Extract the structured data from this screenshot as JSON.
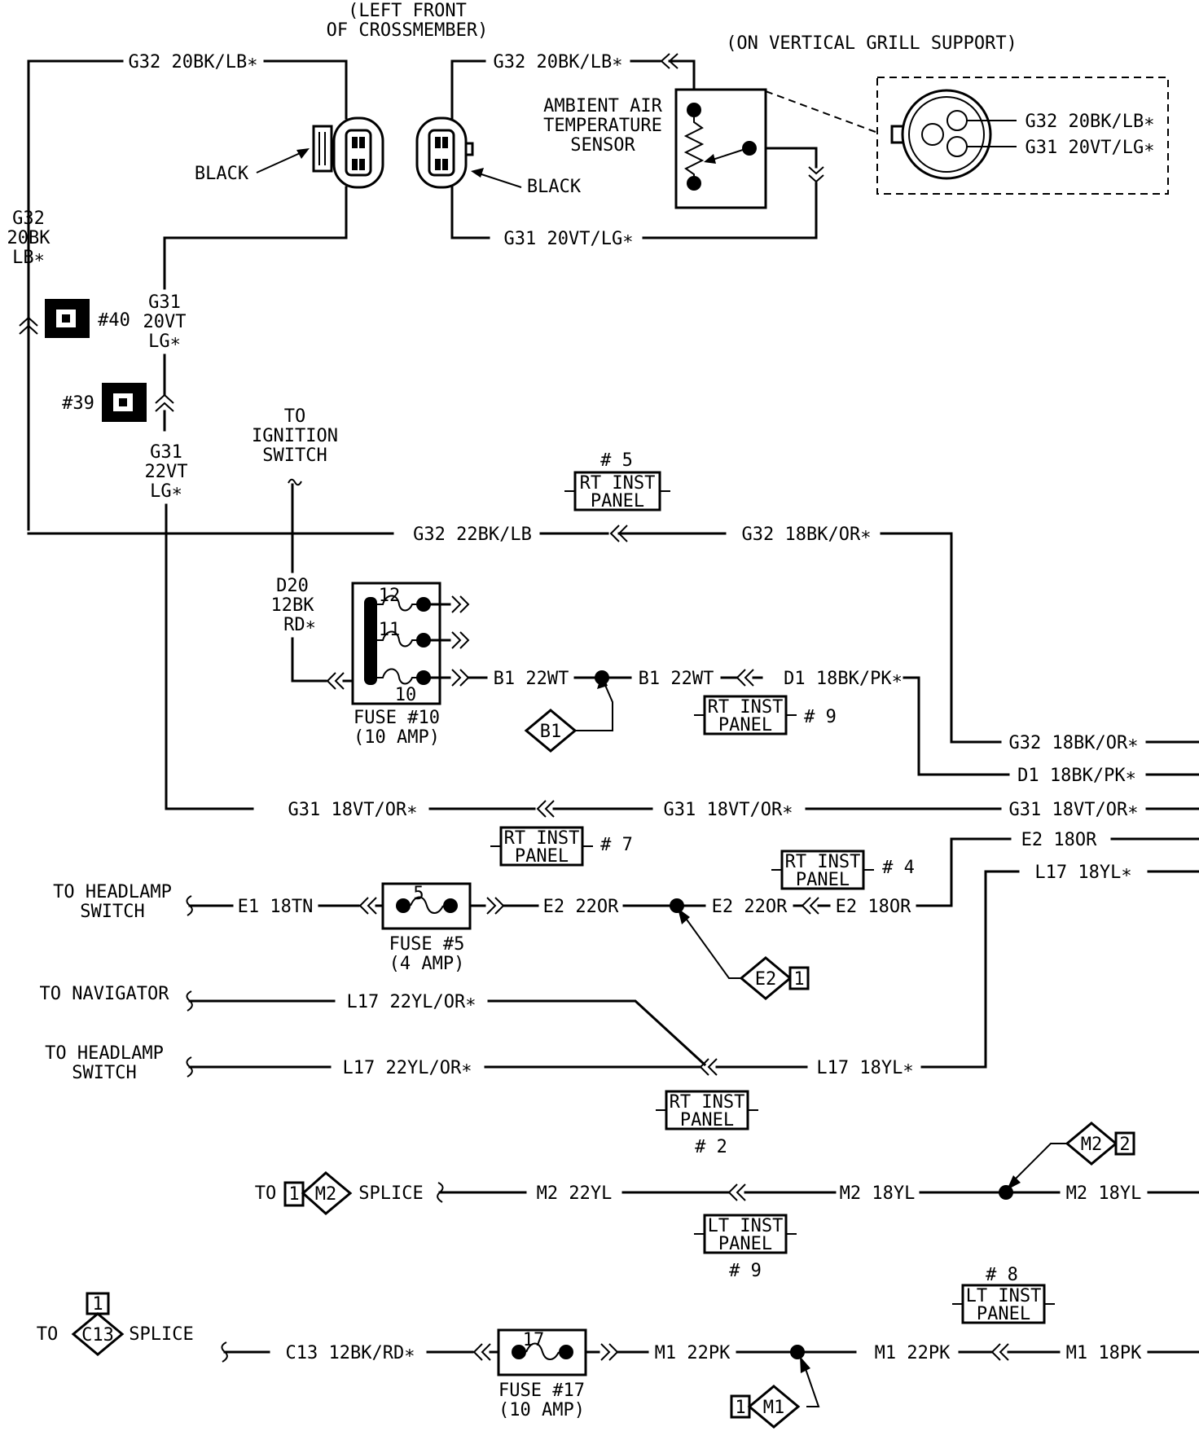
{
  "locations": {
    "left_front": [
      "(LEFT FRONT",
      "OF CROSSMEMBER)"
    ],
    "grill_support": "(ON VERTICAL GRILL SUPPORT)"
  },
  "connector_colors": {
    "left": "BLACK",
    "right": "BLACK"
  },
  "sensor": {
    "label": [
      "AMBIENT AIR",
      "TEMPERATURE",
      "SENSOR"
    ]
  },
  "grill_pins": {
    "pin1": "G32 20BK/LB∗",
    "pin2": "G31 20VT/LG∗"
  },
  "wires": {
    "g32_top_left": "G32 20BK/LB∗",
    "g32_top_right": "G32 20BK/LB∗",
    "g31_sensor": "G31 20VT/LG∗",
    "g32_left_vertical": [
      "G32",
      "20BK",
      "LB∗"
    ],
    "g31_upper_vertical": [
      "G31",
      "20VT",
      "LG∗"
    ],
    "g31_lower_vertical": [
      "G31",
      "22VT",
      "LG∗"
    ],
    "g32_22": "G32 22BK/LB",
    "g32_18_a": "G32 18BK/OR∗",
    "g32_18_b": "G32 18BK/OR∗",
    "d20": [
      "D20",
      "12BK",
      "RD∗"
    ],
    "b1_a": "B1 22WT",
    "b1_b": "B1 22WT",
    "d1_a": "D1 18BK/PK∗",
    "d1_b": "D1 18BK/PK∗",
    "g31_18_a": "G31 18VT/OR∗",
    "g31_18_b": "G31 18VT/OR∗",
    "g31_18_c": "G31 18VT/OR∗",
    "e2_18_right": "E2 18OR",
    "l17_18_right": "L17 18YL∗",
    "e1": "E1 18TN",
    "e2_22_a": "E2 22OR",
    "e2_22_b": "E2 22OR",
    "e2_18": "E2 18OR",
    "l17_22_nav": "L17 22YL/OR∗",
    "l17_22_head": "L17 22YL/OR∗",
    "l17_18": "L17 18YL∗",
    "m2_22": "M2 22YL",
    "m2_18_a": "M2 18YL",
    "m2_18_b": "M2 18YL",
    "c13": "C13 12BK/RD∗",
    "m1_22_a": "M1 22PK",
    "m1_22_b": "M1 22PK",
    "m1_18": "M1 18PK"
  },
  "grounds": {
    "g40": "#40",
    "g39": "#39"
  },
  "ignition": [
    "TO",
    "IGNITION",
    "SWITCH"
  ],
  "fuses": {
    "f10": {
      "pins": [
        "12",
        "11",
        "10"
      ],
      "label": [
        "FUSE #10",
        "(10 AMP)"
      ]
    },
    "f5": {
      "number": "5",
      "label": [
        "FUSE #5",
        "(4 AMP)"
      ]
    },
    "f17": {
      "number": "17",
      "label": [
        "FUSE #17",
        "(10 AMP)"
      ]
    }
  },
  "inline_connectors": {
    "c5": {
      "num": "# 5",
      "text": [
        "RT INST",
        "PANEL"
      ]
    },
    "c9": {
      "num": "# 9",
      "text": [
        "RT INST",
        "PANEL"
      ]
    },
    "c7": {
      "num": "# 7",
      "text": [
        "RT INST",
        "PANEL"
      ]
    },
    "c4": {
      "num": "# 4",
      "text": [
        "RT INST",
        "PANEL"
      ]
    },
    "c2": {
      "num": "# 2",
      "text": [
        "RT INST",
        "PANEL"
      ]
    },
    "lt9": {
      "num": "# 9",
      "text": [
        "LT INST",
        "PANEL"
      ]
    },
    "lt8": {
      "num": "# 8",
      "text": [
        "LT INST",
        "PANEL"
      ]
    }
  },
  "splices": {
    "b1": "B1",
    "e2": "E2",
    "e2_n": "1",
    "m2": "M2",
    "m2_n": "2",
    "m2_ref": "M2",
    "m2_ref_n": "1",
    "m1": "M1",
    "m1_n": "1",
    "c13": "C13",
    "c13_n": "1"
  },
  "destinations": {
    "headlamp_1": [
      "TO HEADLAMP",
      "SWITCH"
    ],
    "navigator": "TO NAVIGATOR",
    "headlamp_2": [
      "TO HEADLAMP",
      "SWITCH"
    ],
    "to_1": "TO",
    "splice_1": "SPLICE",
    "to_2": "TO",
    "splice_2": "SPLICE"
  }
}
